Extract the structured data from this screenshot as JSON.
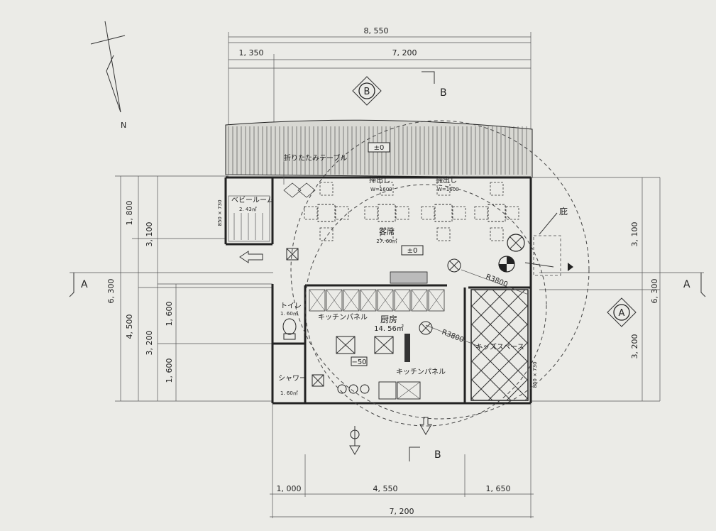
{
  "dimensions": {
    "top_total": "8, 550",
    "top_left": "1, 350",
    "top_right": "7, 200",
    "bottom_left": "1, 000",
    "bottom_mid": "4, 550",
    "bottom_right": "1, 650",
    "bottom_total": "7, 200",
    "left_1800": "1, 800",
    "left_3100": "3, 100",
    "left_6300": "6, 300",
    "left_4500": "4, 500",
    "left_3200": "3, 200",
    "left_1600a": "1, 600",
    "left_1600b": "1, 600",
    "right_3100": "3, 100",
    "right_6300": "6, 300",
    "right_3200": "3, 200",
    "small_850_730_left": "850 × 730",
    "small_850_730_right": "850 × 730"
  },
  "sections": {
    "a_left": "A",
    "a_right": "A",
    "b_top": "B",
    "b_bottom": "B",
    "b_marker": "B",
    "a_marker": "A"
  },
  "compass": {
    "north": "N"
  },
  "rooms": {
    "baby_room": "ベビールーム",
    "baby_area": "2. 43㎡",
    "folding_table": "折りたたみテーブル",
    "seating": "客席",
    "seating_area": "27. 60㎡",
    "level_seating": "±0",
    "level_top": "±0",
    "level_kitchen": "−50",
    "toilet": "トイレ",
    "toilet_area": "1. 60㎡",
    "shower": "シャワー",
    "shower_area": "1. 60㎡",
    "kitchen": "厨房",
    "kitchen_area": "14. 56㎡",
    "kitchen_panel_1": "キッチンパネル",
    "kitchen_panel_2": "キッチンパネル",
    "kids_space": "キッズスペース",
    "window_1": "掃出し",
    "window_1_w": "W=1600",
    "window_2": "掃出し",
    "window_2_w": "W=1600",
    "garden": "庇",
    "radius_1": "R3800",
    "radius_2": "R3800"
  }
}
